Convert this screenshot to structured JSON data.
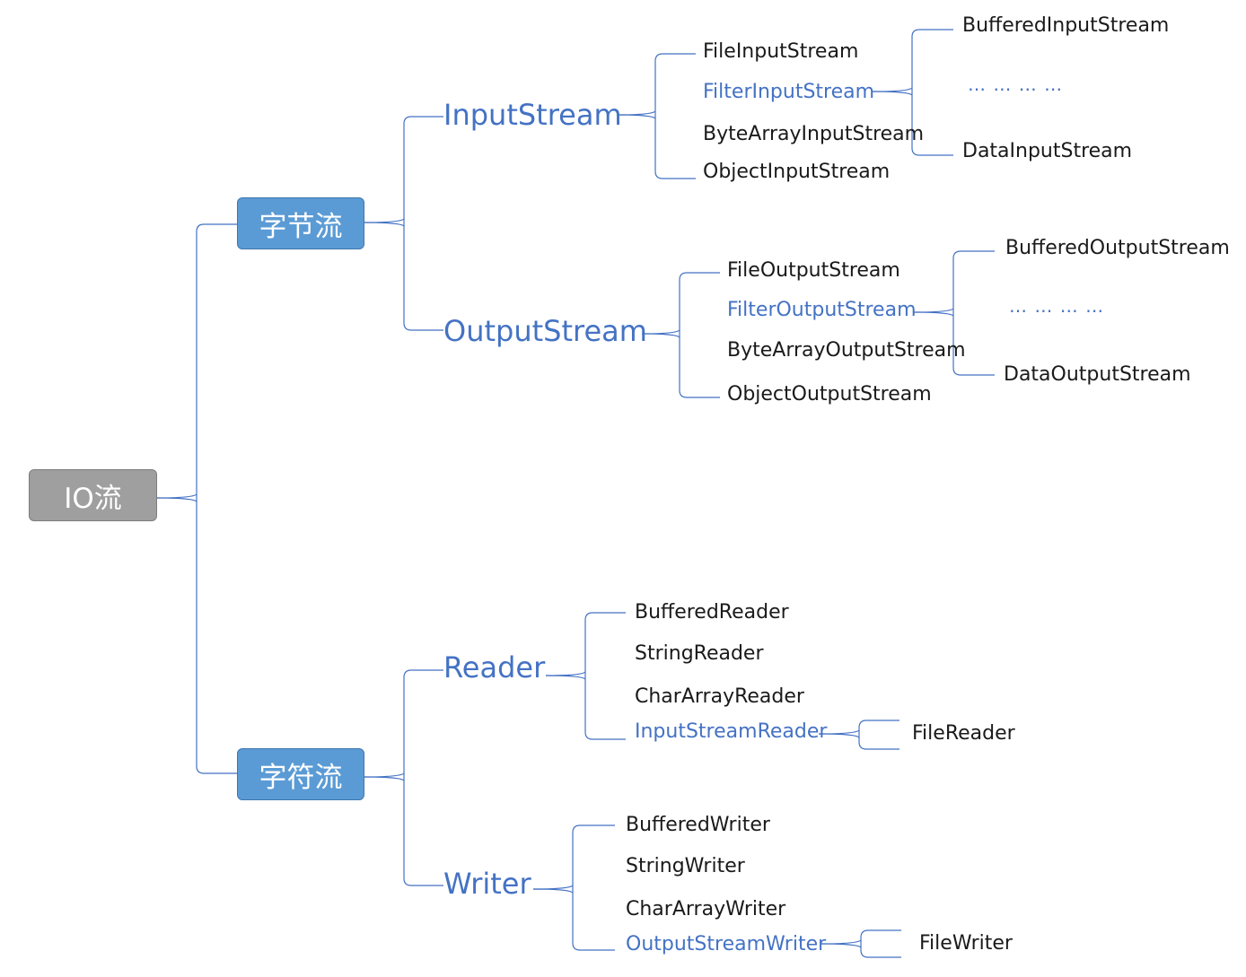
{
  "colors": {
    "line": "#4472c4",
    "accent_text": "#4472c4",
    "category_fill": "#5b9bd5",
    "root_fill": "#9f9f9f"
  },
  "root": {
    "label": "IO流"
  },
  "byte_stream": {
    "label": "字节流",
    "input": {
      "label": "InputStream",
      "children": [
        "FileInputStream",
        "FilterInputStream",
        "ByteArrayInputStream",
        "ObjectInputStream"
      ],
      "filter_children": [
        "BufferedInputStream",
        "… … … …",
        "DataInputStream"
      ]
    },
    "output": {
      "label": "OutputStream",
      "children": [
        "FileOutputStream",
        "FilterOutputStream",
        "ByteArrayOutputStream",
        "ObjectOutputStream"
      ],
      "filter_children": [
        "BufferedOutputStream",
        "… … … …",
        "DataOutputStream"
      ]
    }
  },
  "char_stream": {
    "label": "字符流",
    "reader": {
      "label": "Reader",
      "children": [
        "BufferedReader",
        "StringReader",
        "CharArrayReader",
        "InputStreamReader"
      ],
      "sub_children": [
        "FileReader"
      ]
    },
    "writer": {
      "label": "Writer",
      "children": [
        "BufferedWriter",
        "StringWriter",
        "CharArrayWriter",
        "OutputStreamWriter"
      ],
      "sub_children": [
        "FileWriter"
      ]
    }
  }
}
